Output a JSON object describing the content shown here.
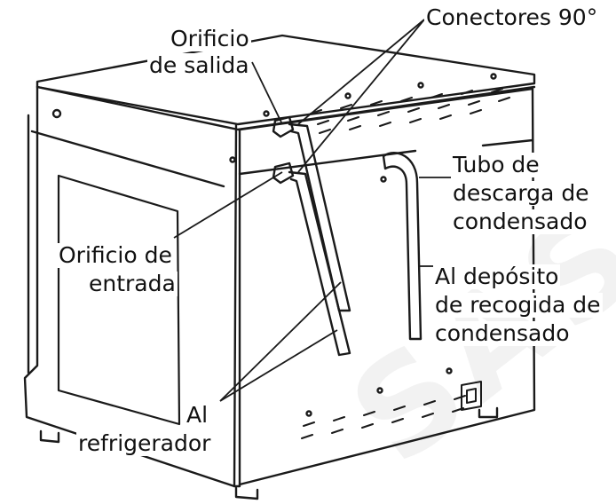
{
  "labels": {
    "conectores": "Conectores 90°",
    "orificio_salida_1": "Orificio",
    "orificio_salida_2": "de salida",
    "orificio_entrada_1": "Orificio de",
    "orificio_entrada_2": "entrada",
    "tubo_1": "Tubo de",
    "tubo_2": "descarga de",
    "tubo_3": "condensado",
    "deposito_1": "Al depósito",
    "deposito_2": "de recogida de",
    "deposito_3": "condensado",
    "refrigerador_1": "Al",
    "refrigerador_2": "refrigerador"
  },
  "watermark_text": "SAS",
  "colors": {
    "line": "#1a1a1a",
    "watermark": "#f2f2f2",
    "background": "#ffffff"
  }
}
